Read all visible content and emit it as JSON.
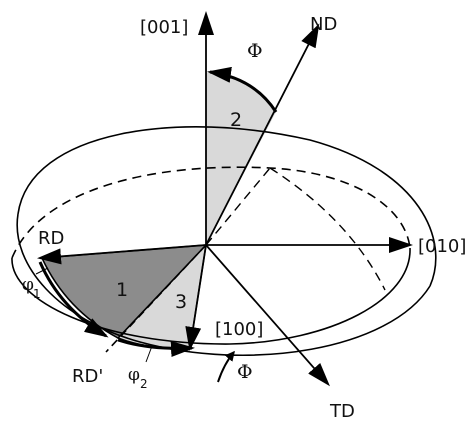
{
  "labels": {
    "axis_001": "[001]",
    "axis_nd": "ND",
    "axis_rd": "RD",
    "axis_010": "[010]",
    "axis_100": "[100]",
    "axis_rd_prime": "RD'",
    "axis_td": "TD",
    "phi_top": "Φ",
    "phi_bottom": "Φ",
    "phi1": "φ",
    "phi1_sub": "1",
    "phi2": "φ",
    "phi2_sub": "2",
    "region_1": "1",
    "region_2": "2",
    "region_3": "3"
  },
  "colors": {
    "line": "#000000",
    "region_dark": "#8c8c8c",
    "region_light": "#d9d9d9"
  }
}
